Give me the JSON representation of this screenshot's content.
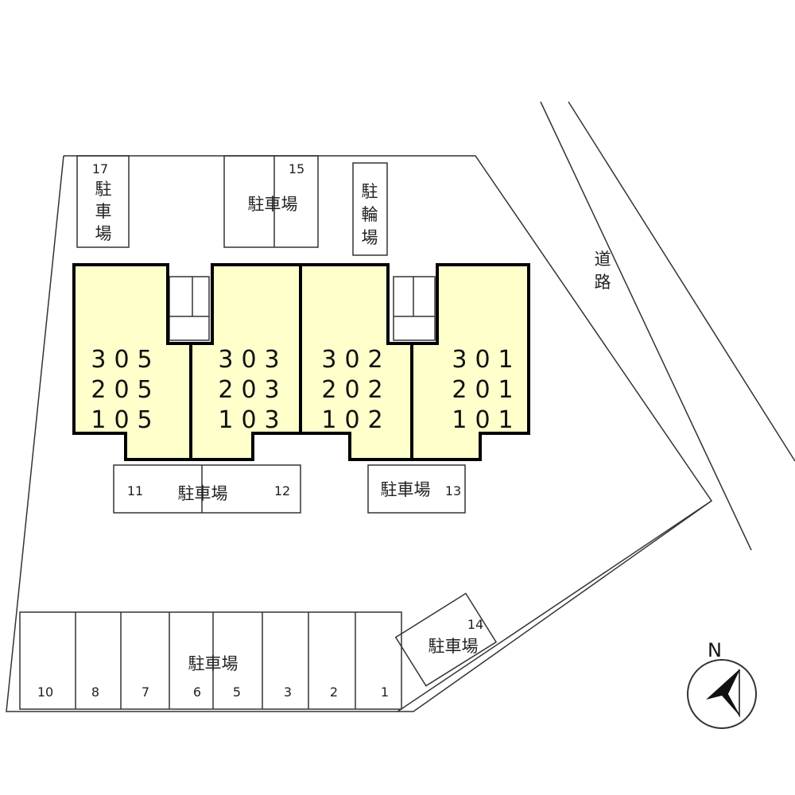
{
  "buildings": [
    {
      "id": "b305",
      "units": [
        "305",
        "205",
        "105"
      ]
    },
    {
      "id": "b303",
      "units": [
        "303",
        "203",
        "103"
      ]
    },
    {
      "id": "b302",
      "units": [
        "302",
        "202",
        "102"
      ]
    },
    {
      "id": "b301",
      "units": [
        "301",
        "201",
        "101"
      ]
    }
  ],
  "labels": {
    "parking": "駐車場",
    "bicycle": "駐輪場",
    "road": "道路",
    "north": "N"
  },
  "parking_numbers": {
    "p17": "17",
    "p15": "15",
    "p11": "11",
    "p12": "12",
    "p13": "13",
    "p14": "14",
    "bottom": [
      "10",
      "8",
      "7",
      "6",
      "5",
      "3",
      "2",
      "1"
    ]
  }
}
